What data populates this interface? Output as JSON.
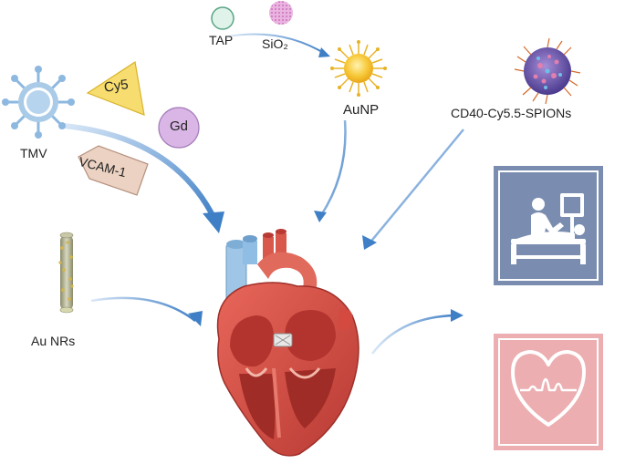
{
  "labels": {
    "tap": "TAP",
    "sio2": "SiO₂",
    "aunp": "AuNP",
    "cd40": "CD40-Cy5.5-SPIONs",
    "tmv": "TMV",
    "cy5": "Cy5",
    "gd": "Gd",
    "vcam": "VCAM-1",
    "au_nrs": "Au NRs"
  },
  "icons": {
    "imaging_panel": "medical-imaging-scanner-icon",
    "heart_panel": "heart-ecg-icon"
  },
  "colors": {
    "arrow_blue": "#4a86c8",
    "tap_green": "#dff3ea",
    "sio2_pink": "#e08fd0",
    "aunp_gold": "#f6c02a",
    "cy5_yellow": "#f7dc6f",
    "gd_purple": "#d9b6e6",
    "vcam_tan": "#ecd2c2",
    "tmv_blue": "#a9cbe8",
    "imaging_bg": "#7a8db0",
    "ecg_bg": "#ecaeb0",
    "heart_red": "#d9483d",
    "vessel_blue": "#9fc6e6"
  }
}
